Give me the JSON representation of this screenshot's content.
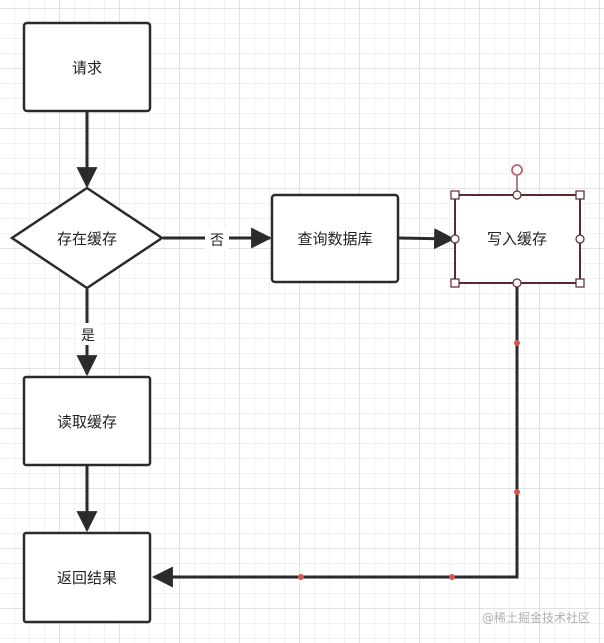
{
  "nodes": {
    "request": "请求",
    "cache_exists": "存在缓存",
    "query_db": "查询数据库",
    "write_cache": "写入缓存",
    "read_cache": "读取缓存",
    "return_result": "返回结果"
  },
  "edges": {
    "no_label": "否",
    "yes_label": "是"
  },
  "watermark": "@稀土掘金技术社区",
  "colors": {
    "line": "#2b2b2b",
    "selection": "#5a2a32",
    "handle_stroke": "#8c5a5e",
    "waypoint": "#d9534f"
  }
}
